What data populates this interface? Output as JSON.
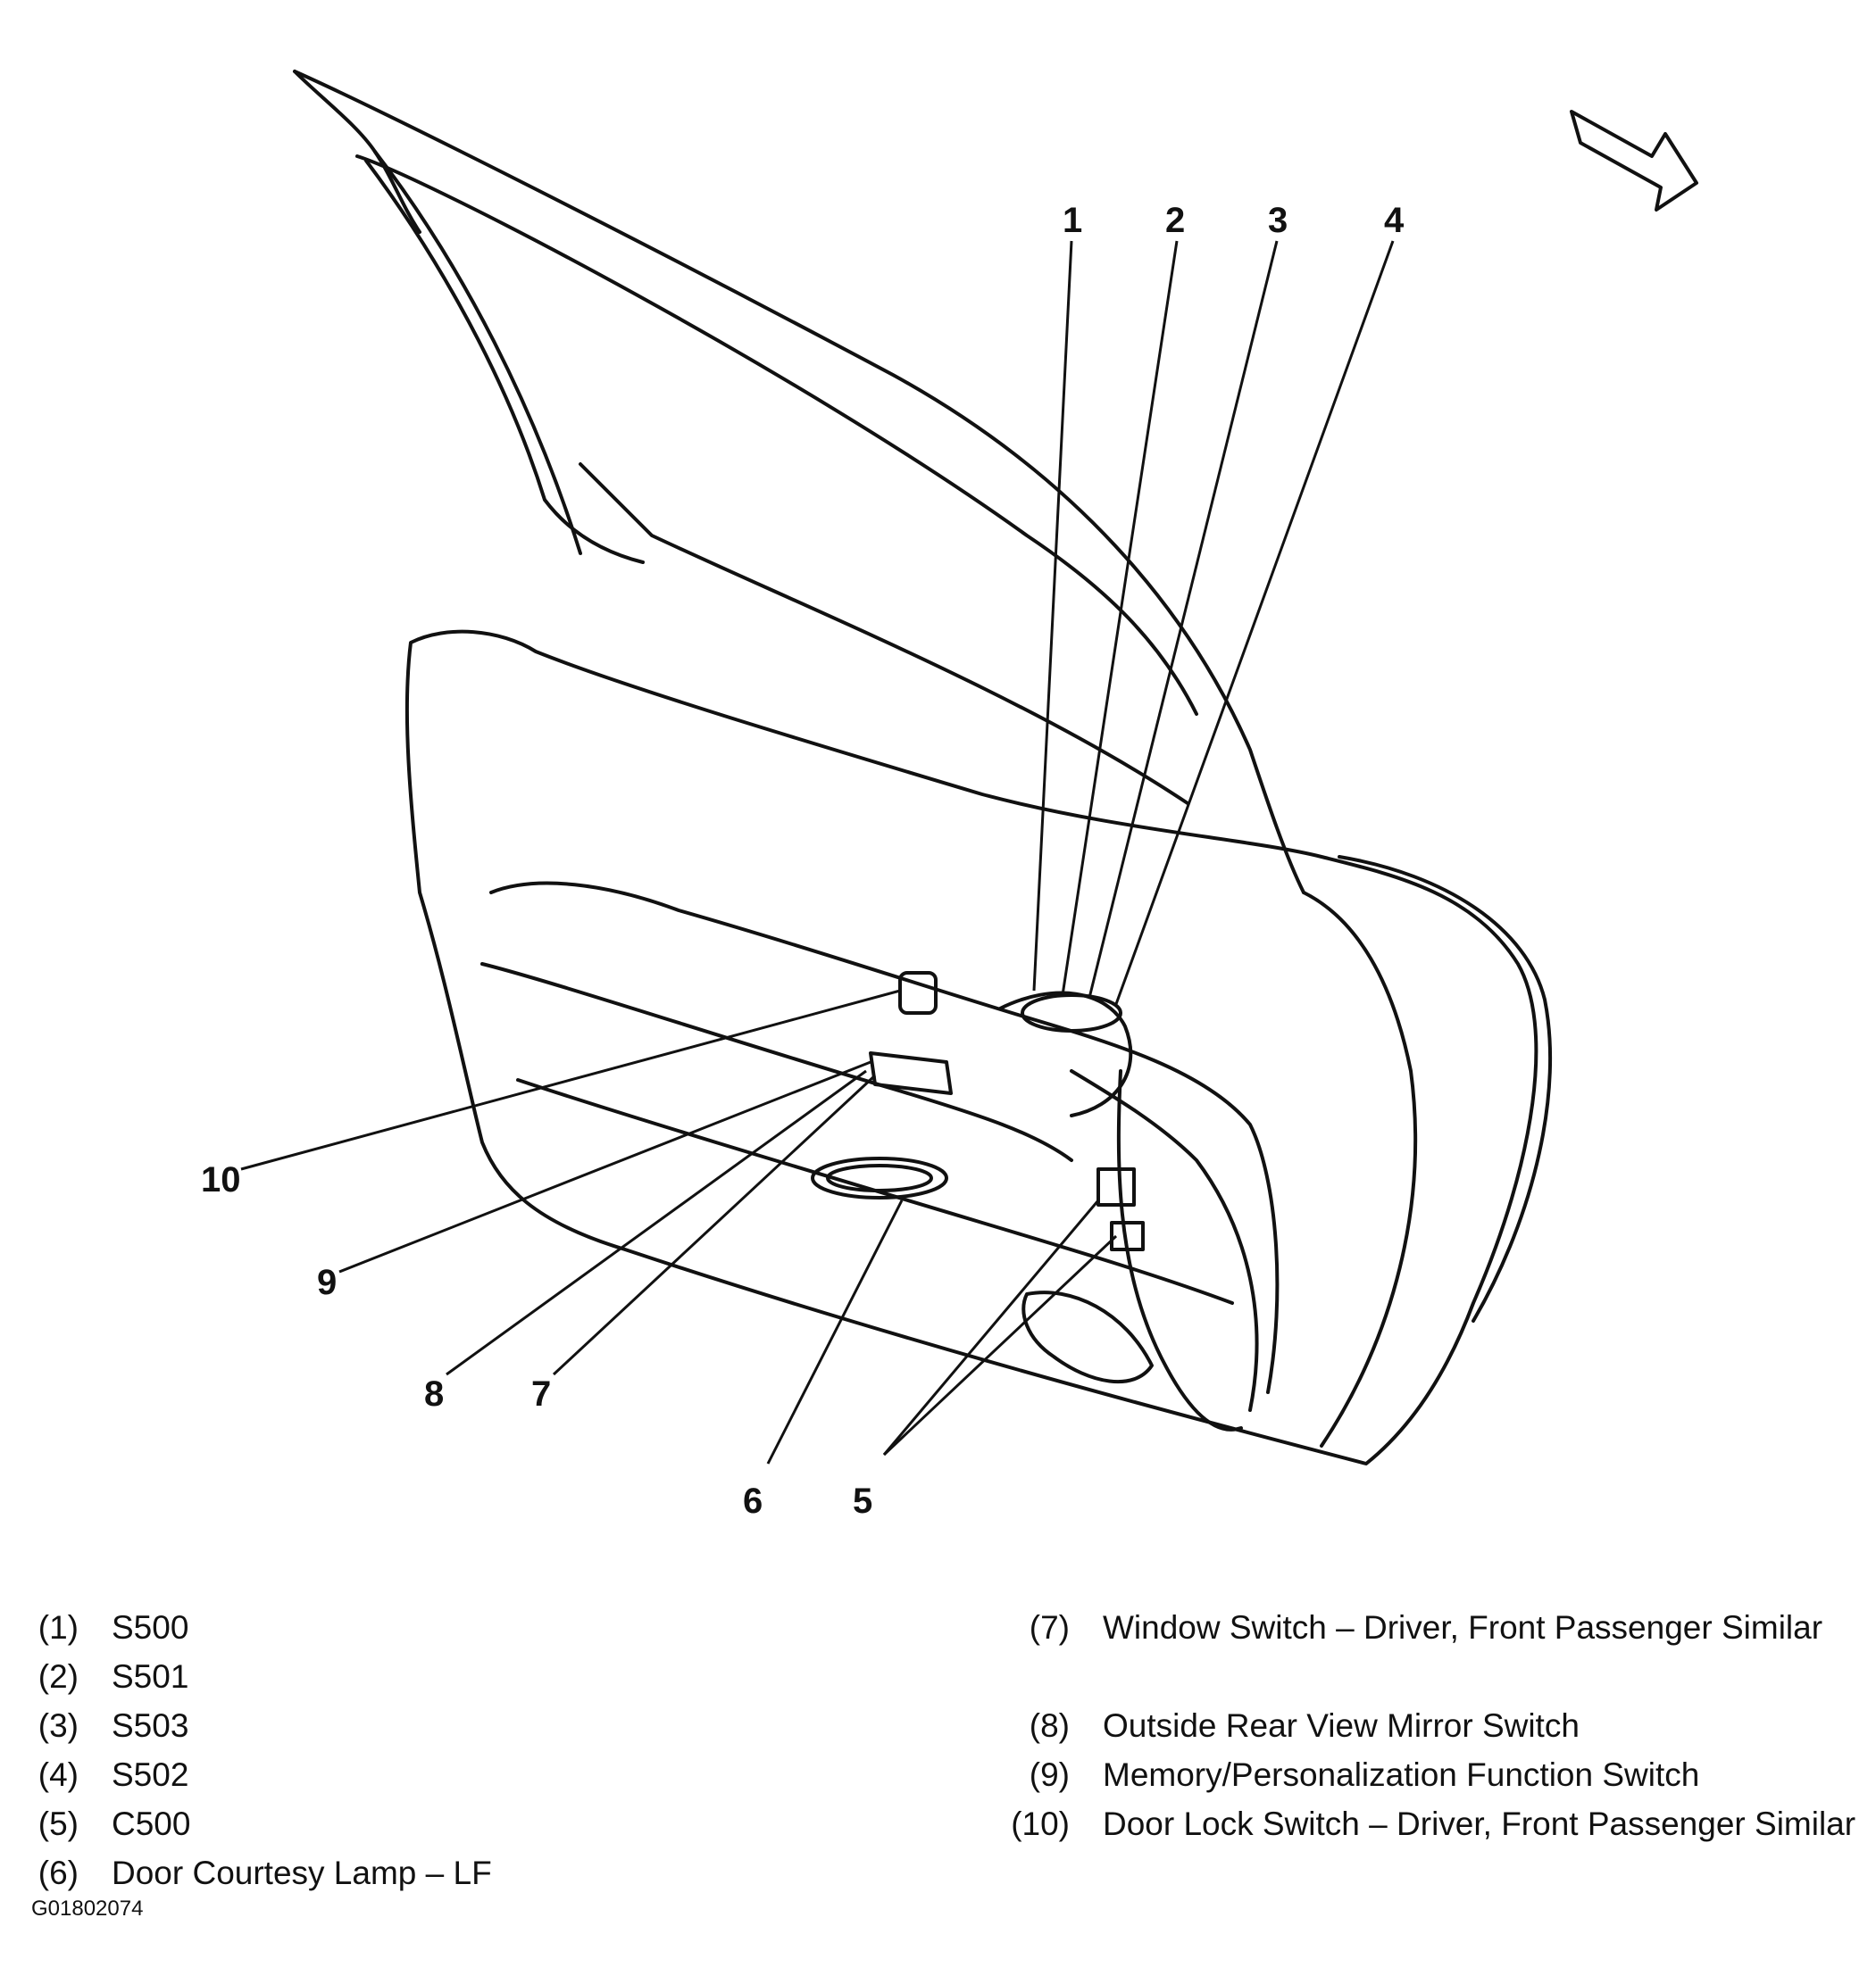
{
  "diagram": {
    "callouts": [
      "1",
      "2",
      "3",
      "4",
      "5",
      "6",
      "7",
      "8",
      "9",
      "10"
    ]
  },
  "legend": {
    "left": [
      {
        "num": "(1)",
        "text": "S500"
      },
      {
        "num": "(2)",
        "text": "S501"
      },
      {
        "num": "(3)",
        "text": "S503"
      },
      {
        "num": "(4)",
        "text": "S502"
      },
      {
        "num": "(5)",
        "text": "C500"
      },
      {
        "num": "(6)",
        "text": "Door Courtesy Lamp – LF"
      }
    ],
    "right": [
      {
        "num": "(7)",
        "text": "Window Switch – Driver, Front Passenger Similar"
      },
      {
        "num": "(8)",
        "text": "Outside Rear View Mirror Switch"
      },
      {
        "num": "(9)",
        "text": "Memory/Personalization Function Switch"
      },
      {
        "num": "(10)",
        "text": "Door Lock Switch – Driver, Front Passenger Similar"
      }
    ]
  },
  "figure_id": "G01802074"
}
